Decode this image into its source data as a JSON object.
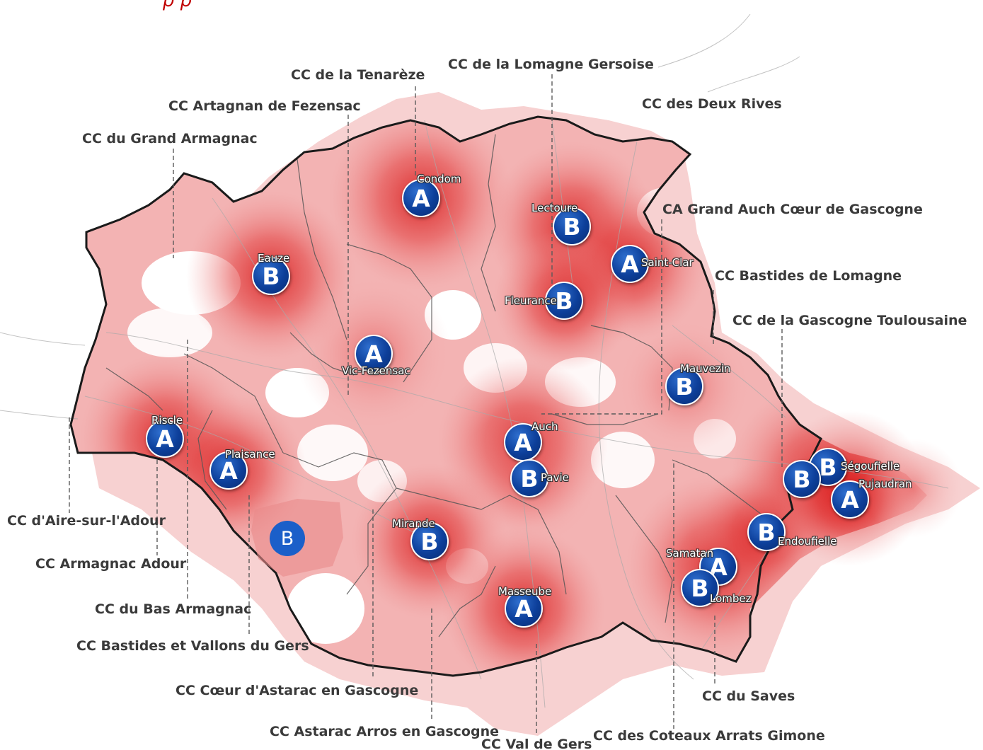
{
  "header": {
    "title_fragment": "p                              p"
  },
  "colors": {
    "coverage_light": "#f6c9c9",
    "coverage_mid": "#ee8f8f",
    "coverage_strong": "#e23a3a",
    "coverage_core": "#d71414",
    "border": "#1a1a1a",
    "marker_blue": "#0d3f9a",
    "label_text": "#3a3a3a",
    "title_red": "#c00000"
  },
  "map": {
    "intercommunality_labels": [
      "CC de la Lomagne Gersoise",
      "CC de la Tenarèze",
      "CC Artagnan de Fezensac",
      "CC des Deux Rives",
      "CC du Grand Armagnac",
      "CA Grand Auch Cœur de Gascogne",
      "CC Bastides de Lomagne",
      "CC de la Gascogne Toulousaine",
      "CC d'Aire-sur-l'Adour",
      "CC Armagnac Adour",
      "CC du Bas Armagnac",
      "CC Bastides et Vallons du Gers",
      "CC Cœur d'Astarac en Gascogne",
      "CC Astarac Arros en Gascogne",
      "CC Val de Gers",
      "CC des Coteaux Arrats Gimone",
      "CC du Saves"
    ],
    "towns": [
      {
        "name": "Condom",
        "category": "A",
        "icon": "circle-marker-icon"
      },
      {
        "name": "Lectoure",
        "category": "B",
        "icon": "circle-marker-icon"
      },
      {
        "name": "Saint-Clar",
        "category": "A",
        "icon": "circle-marker-icon"
      },
      {
        "name": "Eauze",
        "category": "B",
        "icon": "circle-marker-icon"
      },
      {
        "name": "Fleurance",
        "category": "B",
        "icon": "circle-marker-icon"
      },
      {
        "name": "Vic-Fezensac",
        "category": "A",
        "icon": "circle-marker-icon"
      },
      {
        "name": "Mauvezin",
        "category": "B",
        "icon": "circle-marker-icon"
      },
      {
        "name": "Riscle",
        "category": "A",
        "icon": "circle-marker-icon"
      },
      {
        "name": "Auch",
        "category": "A",
        "icon": "circle-marker-icon"
      },
      {
        "name": "Plaisance",
        "category": "A",
        "icon": "circle-marker-icon"
      },
      {
        "name": "Pavie",
        "category": "B",
        "icon": "circle-marker-icon"
      },
      {
        "name": "Ségoufielle",
        "category": "B",
        "icon": "circle-marker-icon"
      },
      {
        "name": "Pujaudran",
        "category": "A",
        "icon": "circle-marker-icon"
      },
      {
        "name": "",
        "category": "B",
        "icon": "circle-marker-icon"
      },
      {
        "name": "",
        "category": "B",
        "icon": "circle-marker-icon"
      },
      {
        "name": "Mirande",
        "category": "B",
        "icon": "circle-marker-icon"
      },
      {
        "name": "Endoufielle",
        "category": "B",
        "icon": "circle-marker-icon"
      },
      {
        "name": "Samatan",
        "category": "A",
        "icon": "circle-marker-icon"
      },
      {
        "name": "Lombez",
        "category": "B",
        "icon": "circle-marker-icon"
      },
      {
        "name": "Masseube",
        "category": "A",
        "icon": "circle-marker-icon"
      }
    ]
  }
}
